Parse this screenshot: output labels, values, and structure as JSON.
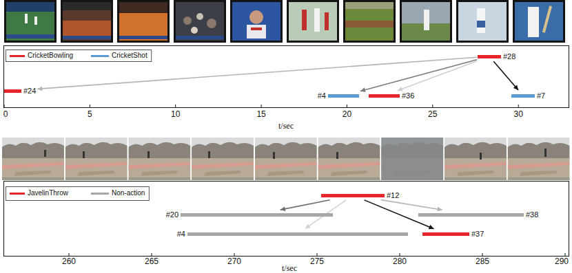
{
  "diagram": {
    "nodes": [
      {
        "text": [
          "#28"
        ]
      },
      {
        "text": [
          "#24"
        ]
      },
      {
        "text": [
          "#4"
        ]
      },
      {
        "text": [
          "#36"
        ]
      },
      {
        "text": [
          "#7"
        ]
      },
      {
        "text": [
          "#12"
        ]
      },
      {
        "text": [
          "#20"
        ]
      },
      {
        "text": [
          "#38"
        ]
      },
      {
        "text": [
          "#4"
        ]
      },
      {
        "text": [
          "#37"
        ]
      }
    ],
    "edges": [
      {
        "from": 0,
        "to": 1,
        "arrow": "to"
      },
      {
        "from": 0,
        "to": 2,
        "arrow": "to"
      },
      {
        "from": 0,
        "to": 3,
        "arrow": "to"
      },
      {
        "from": 0,
        "to": 4,
        "arrow": "to"
      },
      {
        "from": 5,
        "to": 6,
        "arrow": "to"
      },
      {
        "from": 5,
        "to": 7,
        "arrow": "to"
      },
      {
        "from": 5,
        "to": 8,
        "arrow": "to"
      },
      {
        "from": 5,
        "to": 9,
        "arrow": "to"
      }
    ],
    "labels": [
      "0",
      "5",
      "10",
      "15",
      "20",
      "25",
      "30",
      "t/sec",
      "260",
      "265",
      "270",
      "275",
      "280",
      "285",
      "290",
      "t/sec"
    ],
    "legend": [
      {
        "text": "CricketBowling",
        "color": "#e8262a"
      },
      {
        "text": "CricketShot",
        "color": "#5b9bd5"
      },
      {
        "text": "JavelinThrow",
        "color": "#e8262a"
      },
      {
        "text": "Non-action",
        "color": "#a6a6a6"
      }
    ]
  }
}
